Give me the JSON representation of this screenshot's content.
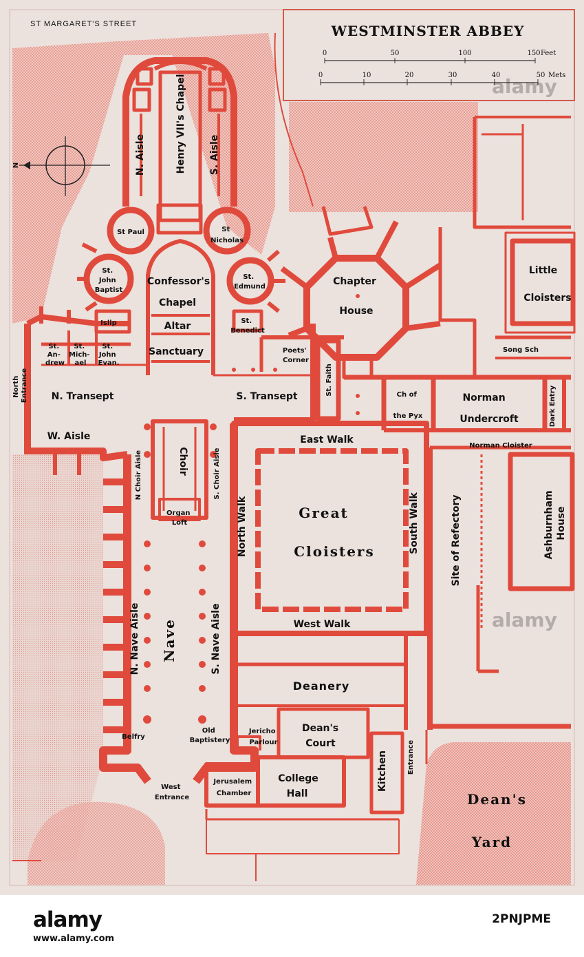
{
  "map": {
    "title": "WESTMINSTER ABBEY",
    "street": "ST MARGARET'S STREET",
    "compass_label": "N",
    "scale": {
      "feet_unit": "Feet",
      "feet_ticks": [
        "0",
        "50",
        "100",
        "150"
      ],
      "metres_unit": "Mets",
      "metres_ticks": [
        "0",
        "10",
        "20",
        "30",
        "40",
        "50"
      ]
    },
    "labels": {
      "henry_vii_chapel": "Henry VII's Chapel",
      "n_aisle": "N. Aisle",
      "s_aisle": "S. Aisle",
      "st_paul": "St Paul",
      "st_nicholas_1": "St",
      "st_nicholas_2": "Nicholas",
      "st_john_baptist_1": "St.",
      "st_john_baptist_2": "John",
      "st_john_baptist_3": "Baptist",
      "confessors_chapel_1": "Confessor's",
      "confessors_chapel_2": "Chapel",
      "st_edmund_1": "St.",
      "st_edmund_2": "Edmund",
      "islip": "Islip",
      "altar": "Altar",
      "st_benedict_1": "St.",
      "st_benedict_2": "Benedict",
      "sanctuary": "Sanctuary",
      "st_andrew_1": "St.",
      "st_andrew_2": "An-",
      "st_andrew_3": "drew",
      "st_michael_1": "St.",
      "st_michael_2": "Mich-",
      "st_michael_3": "ael",
      "st_john_evan_1": "St.",
      "st_john_evan_2": "John",
      "st_john_evan_3": "Evan.",
      "poets_corner_1": "Poets'",
      "poets_corner_2": "Corner",
      "north_entrance_1": "North",
      "north_entrance_2": "Entrance",
      "n_transept": "N. Transept",
      "s_transept": "S. Transept",
      "st_faith": "St. Faith",
      "chapter_house_1": "Chapter",
      "chapter_house_2": "House",
      "little_cloisters_1": "Little",
      "little_cloisters_2": "Cloisters",
      "song_sch": "Song Sch",
      "ch_of_the_pyx_1": "Ch of",
      "ch_of_the_pyx_2": "the Pyx",
      "norman_undercroft_1": "Norman",
      "norman_undercroft_2": "Undercroft",
      "dark_entry": "Dark Entry",
      "w_aisle": "W. Aisle",
      "choir": "Choir",
      "east_walk": "East Walk",
      "norman_cloister": "Norman Cloister",
      "n_choir_aisle": "N Choir Aisle",
      "s_choir_aisle": "S. Choir Aisle",
      "organ_loft_1": "Organ",
      "organ_loft_2": "Loft",
      "north_walk": "North Walk",
      "great_cloisters_1": "Great",
      "great_cloisters_2": "Cloisters",
      "south_walk": "South Walk",
      "site_of_refectory": "Site of Refectory",
      "ashburnham_house_1": "Ashburnham",
      "ashburnham_house_2": "House",
      "n_nave_aisle": "N. Nave Aisle",
      "nave": "Nave",
      "s_nave_aisle": "S. Nave Aisle",
      "west_walk": "West Walk",
      "deanery": "Deanery",
      "belfry": "Belfry",
      "old_baptistery_1": "Old",
      "old_baptistery_2": "Baptistery",
      "jericho_parlour_1": "Jericho",
      "jericho_parlour_2": "Parlour",
      "deans_court_1": "Dean's",
      "deans_court_2": "Court",
      "kitchen": "Kitchen",
      "entrance": "Entrance",
      "west_entrance_1": "West",
      "west_entrance_2": "Entrance",
      "jerusalem_chamber_1": "Jerusalem",
      "jerusalem_chamber_2": "Chamber",
      "college_hall_1": "College",
      "college_hall_2": "Hall",
      "deans_yard_1": "Dean's",
      "deans_yard_2": "Yard"
    },
    "colors": {
      "paper": "#ebe1dd",
      "wall": "#e04a3c",
      "garden": "#eba79f",
      "ink": "#111111"
    }
  },
  "footer": {
    "logo": "alamy",
    "image_id": "2PNJPME",
    "url": "www.alamy.com"
  },
  "watermark": "alamy"
}
